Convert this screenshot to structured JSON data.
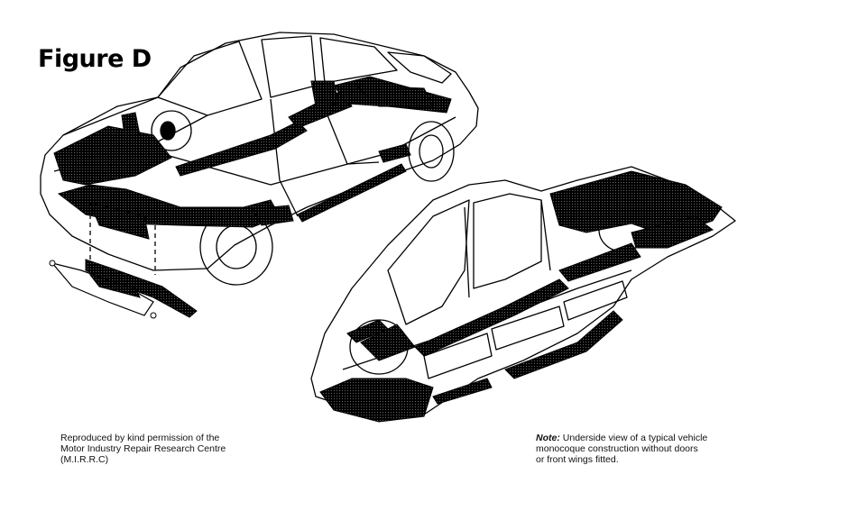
{
  "figure": {
    "title": "Figure D"
  },
  "captions": {
    "credit_lines": [
      "Reproduced by kind permission of the",
      "Motor Industry Repair Research Centre",
      "(M.I.R.R.C)"
    ],
    "note": {
      "label": "Note:",
      "line1": "Underside view of a typical vehicle",
      "line2": "monocoque construction without doors",
      "line3": "or front wings fitted."
    }
  },
  "colors": {
    "line": "#000000",
    "fill": "#ffffff",
    "highlight": "#111111"
  }
}
